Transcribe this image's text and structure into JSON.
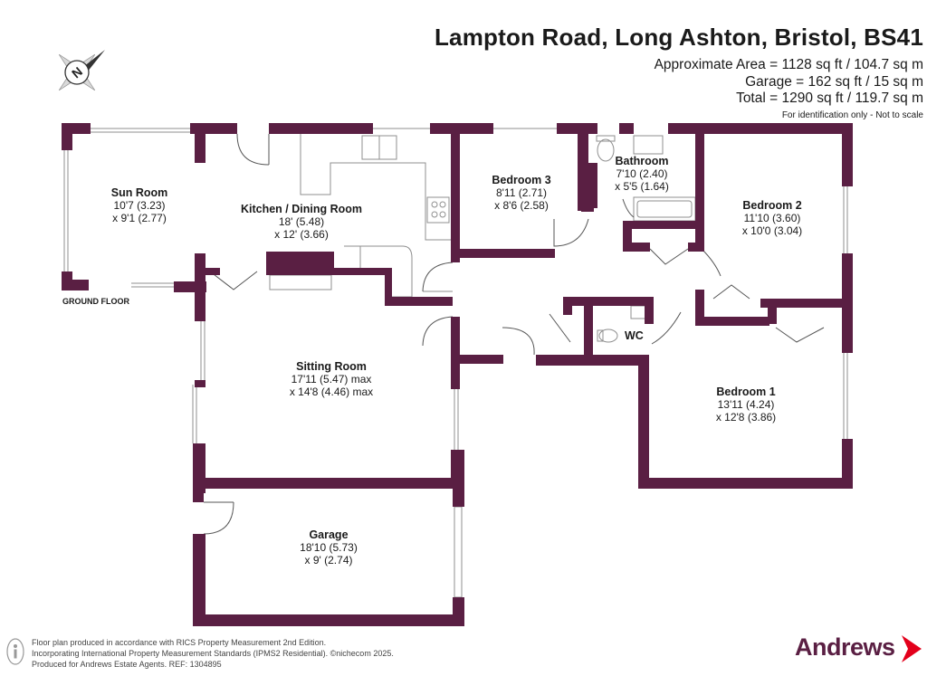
{
  "header": {
    "title": "Lampton Road, Long Ashton, Bristol, BS41",
    "area_lines": [
      "Approximate Area = 1128 sq ft / 104.7 sq m",
      "Garage = 162 sq ft / 15 sq m",
      "Total = 1290 sq ft / 119.7 sq m"
    ],
    "note": "For identification only - Not to scale"
  },
  "compass": {
    "letter": "N",
    "icon": "compass-icon"
  },
  "floor_label": "GROUND FLOOR",
  "rooms": [
    {
      "id": "sun-room",
      "name": "Sun Room",
      "dims": [
        "10'7 (3.23)",
        "x 9'1 (2.77)"
      ]
    },
    {
      "id": "kitchen",
      "name": "Kitchen / Dining Room",
      "dims": [
        "18' (5.48)",
        "x 12' (3.66)"
      ]
    },
    {
      "id": "bedroom-3",
      "name": "Bedroom 3",
      "dims": [
        "8'11 (2.71)",
        "x 8'6 (2.58)"
      ]
    },
    {
      "id": "bathroom",
      "name": "Bathroom",
      "dims": [
        "7'10 (2.40)",
        "x 5'5 (1.64)"
      ]
    },
    {
      "id": "bedroom-2",
      "name": "Bedroom 2",
      "dims": [
        "11'10 (3.60)",
        "x 10'0 (3.04)"
      ]
    },
    {
      "id": "wc",
      "name": "WC",
      "dims": []
    },
    {
      "id": "sitting-room",
      "name": "Sitting Room",
      "dims": [
        "17'11 (5.47) max",
        "x 14'8 (4.46) max"
      ]
    },
    {
      "id": "bedroom-1",
      "name": "Bedroom 1",
      "dims": [
        "13'11 (4.24)",
        "x 12'8 (3.86)"
      ]
    },
    {
      "id": "garage",
      "name": "Garage",
      "dims": [
        "18'10 (5.73)",
        "x 9' (2.74)"
      ]
    }
  ],
  "footer": {
    "lines": [
      "Floor plan produced in accordance with RICS Property Measurement 2nd Edition.",
      "Incorporating International Property Measurement Standards (IPMS2 Residential).  ©nichecom 2025.",
      "Produced for Andrews Estate Agents.  REF: 1304895"
    ],
    "icon": "info-person-icon"
  },
  "brand": {
    "name": "Andrews",
    "color": "#5a1f43",
    "accent": "#e3001b"
  },
  "colors": {
    "wall": "#5a1f43"
  }
}
